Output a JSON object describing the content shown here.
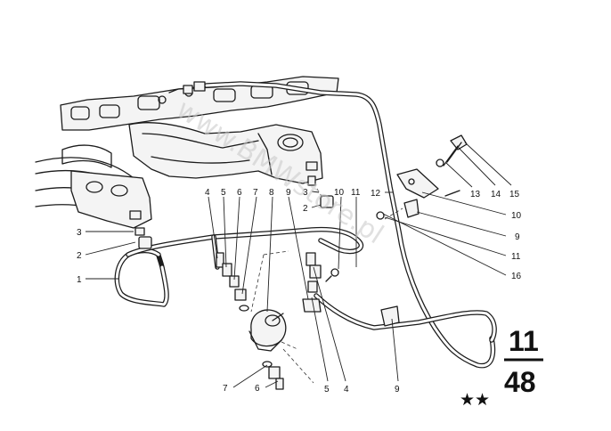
{
  "watermark": "www.BMWstore.pl",
  "page_number": {
    "group": "11",
    "page": "48"
  },
  "rating": "★★",
  "callouts": {
    "c1": "1",
    "c2_left": "2",
    "c3_left": "3",
    "c4_top": "4",
    "c5_top": "5",
    "c6_top": "6",
    "c7_top": "7",
    "c8_top": "8",
    "c9_top": "9",
    "c3_mid": "3",
    "c2_mid": "2",
    "c10_mid": "10",
    "c11_mid": "11",
    "c12": "12",
    "c13": "13",
    "c14": "14",
    "c15": "15",
    "c10_right": "10",
    "c9_right": "9",
    "c11_right": "11",
    "c16": "16",
    "c7_bottom": "7",
    "c6_bottom": "6",
    "c5_bottom": "5",
    "c4_bottom": "4",
    "c9_bottom": "9"
  }
}
